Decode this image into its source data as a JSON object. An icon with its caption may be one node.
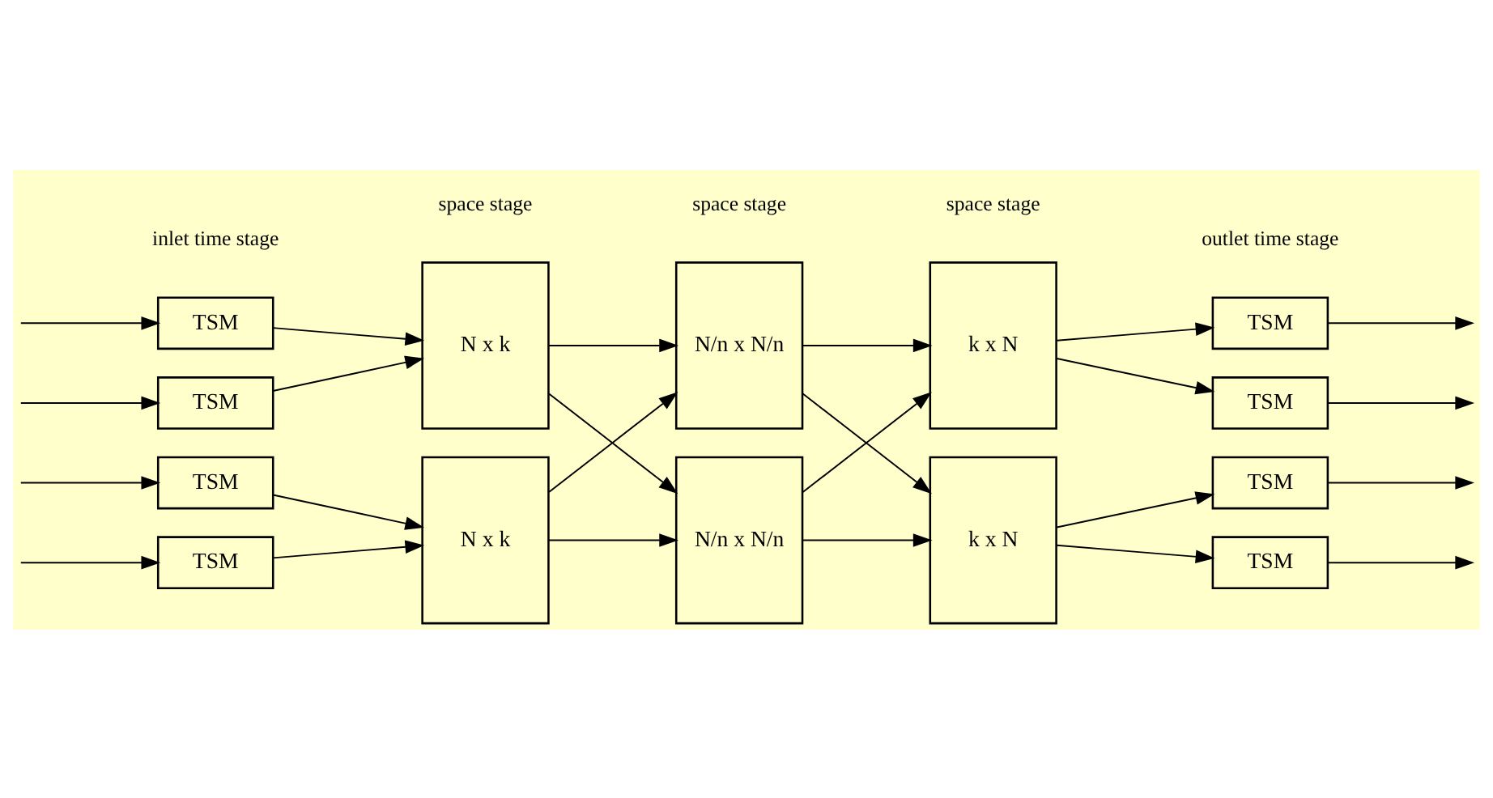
{
  "diagram": {
    "nodes": [
      {
        "text": [
          "TSM"
        ]
      },
      {
        "text": [
          "TSM"
        ]
      },
      {
        "text": [
          "TSM"
        ]
      },
      {
        "text": [
          "TSM"
        ]
      },
      {
        "text": [
          "N x k"
        ]
      },
      {
        "text": [
          "N x k"
        ]
      },
      {
        "text": [
          "N/n x N/n"
        ]
      },
      {
        "text": [
          "N/n x N/n"
        ]
      },
      {
        "text": [
          "k x N"
        ]
      },
      {
        "text": [
          "k x N"
        ]
      },
      {
        "text": [
          "TSM"
        ]
      },
      {
        "text": [
          "TSM"
        ]
      },
      {
        "text": [
          "TSM"
        ]
      },
      {
        "text": [
          "TSM"
        ]
      }
    ],
    "edges": [
      {
        "from": null,
        "to": 0,
        "arrow": "to"
      },
      {
        "from": null,
        "to": 1,
        "arrow": "to"
      },
      {
        "from": null,
        "to": 2,
        "arrow": "to"
      },
      {
        "from": null,
        "to": 3,
        "arrow": "to"
      },
      {
        "from": 0,
        "to": 4,
        "arrow": "to"
      },
      {
        "from": 1,
        "to": 4,
        "arrow": "to"
      },
      {
        "from": 2,
        "to": 5,
        "arrow": "to"
      },
      {
        "from": 3,
        "to": 5,
        "arrow": "to"
      },
      {
        "from": 4,
        "to": 6,
        "arrow": "to"
      },
      {
        "from": 4,
        "to": 7,
        "arrow": "to"
      },
      {
        "from": 5,
        "to": 6,
        "arrow": "to"
      },
      {
        "from": 5,
        "to": 7,
        "arrow": "to"
      },
      {
        "from": 6,
        "to": 8,
        "arrow": "to"
      },
      {
        "from": 6,
        "to": 9,
        "arrow": "to"
      },
      {
        "from": 7,
        "to": 8,
        "arrow": "to"
      },
      {
        "from": 7,
        "to": 9,
        "arrow": "to"
      },
      {
        "from": 8,
        "to": 10,
        "arrow": "to"
      },
      {
        "from": 8,
        "to": 11,
        "arrow": "to"
      },
      {
        "from": 9,
        "to": 12,
        "arrow": "to"
      },
      {
        "from": 9,
        "to": 13,
        "arrow": "to"
      },
      {
        "from": 10,
        "to": null,
        "arrow": "to"
      },
      {
        "from": 11,
        "to": null,
        "arrow": "to"
      },
      {
        "from": 12,
        "to": null,
        "arrow": "to"
      },
      {
        "from": 13,
        "to": null,
        "arrow": "to"
      }
    ],
    "labels": [
      "inlet time stage",
      "space stage",
      "space stage",
      "space stage",
      "outlet time stage"
    ]
  }
}
